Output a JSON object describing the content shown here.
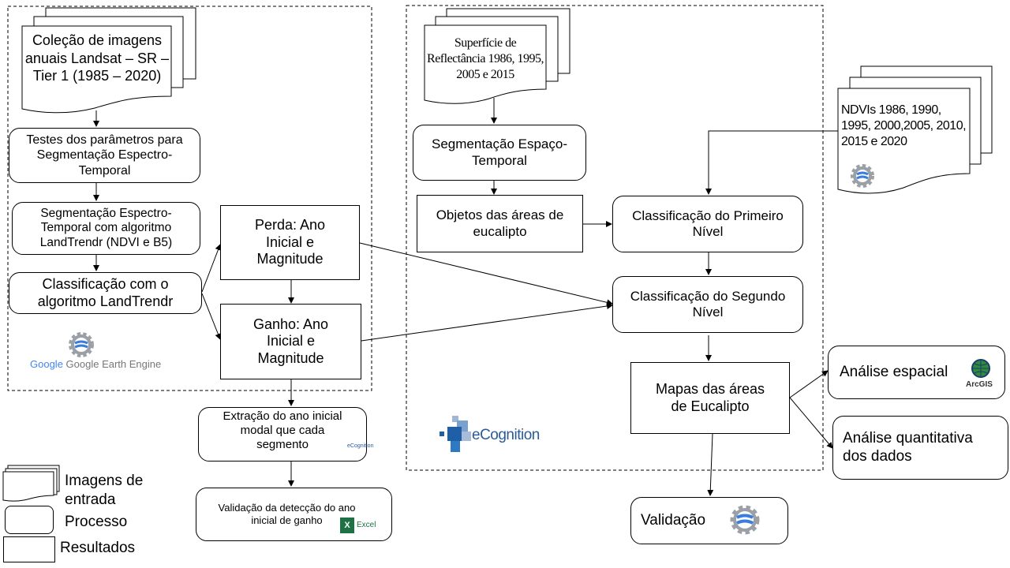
{
  "inputs": {
    "landsat": "Coleção de imagens anuais Landsat – SR – Tier 1 (1985 – 2020)",
    "reflectance": "Superfície de Reflectância 1986, 1995, 2005 e 2015",
    "ndvi": "NDVIs 1986, 1990, 1995, 2000,2005, 2010, 2015 e 2020"
  },
  "processes": {
    "testes": "Testes dos parâmetros para Segmentação Espectro-Temporal",
    "segmentacao_lt": "Segmentação Espectro-Temporal com algoritmo LandTrendr (NDVI e B5)",
    "classificacao_lt": "Classificação com o algoritmo LandTrendr",
    "extracao": "Extração do ano inicial modal que cada segmento",
    "validacao_deteccao": "Validação da detecção do ano inicial de ganho",
    "segmentacao_et": "Segmentação Espaço-Temporal",
    "class_primeiro": "Classificação do Primeiro Nível",
    "class_segundo": "Classificação do Segundo Nível",
    "analise_espacial": "Análise espacial",
    "analise_quantitativa": "Análise quantitativa dos dados",
    "validacao": "Validação"
  },
  "results": {
    "perda": "Perda: Ano Inicial e Magnitude",
    "ganho": "Ganho: Ano Inicial e Magnitude",
    "objetos": "Objetos das áreas de eucalipto",
    "mapas": "Mapas das áreas de Eucalipto"
  },
  "logos": {
    "gee": "Google Earth Engine",
    "ecognition": "eCognition",
    "arcgis": "ArcGIS",
    "excel": "Excel"
  },
  "legend": {
    "input": "Imagens de entrada",
    "process": "Processo",
    "result": "Resultados"
  }
}
